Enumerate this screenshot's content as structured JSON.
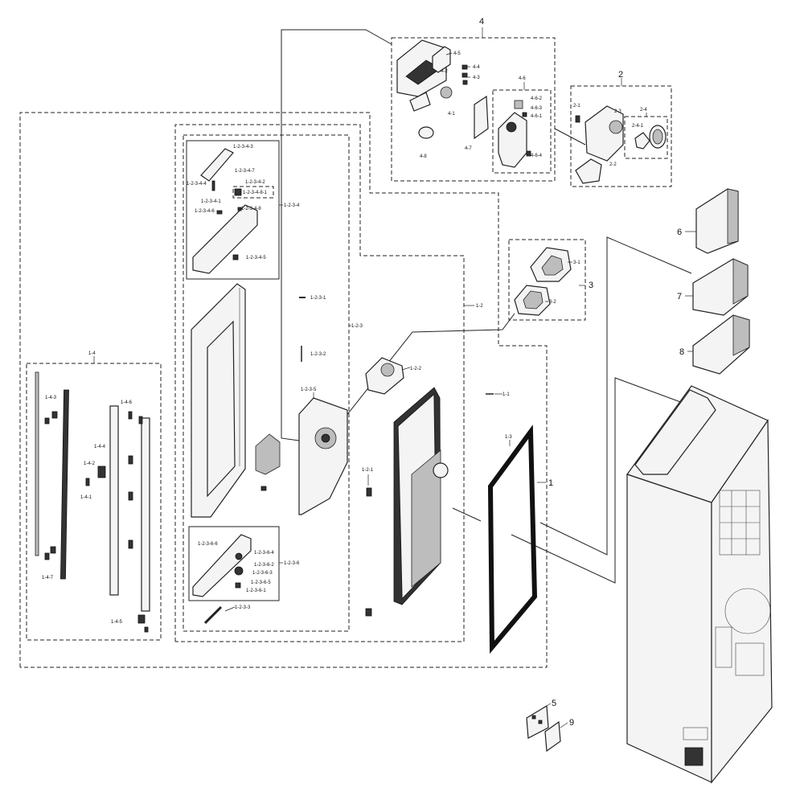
{
  "labels": {
    "l_1": "1",
    "l_1_1": "1-1",
    "l_1_2": "1-2",
    "l_1_3": "1-3",
    "l_1_4": "1-4",
    "l_1_4_1": "1-4-1",
    "l_1_4_2": "1-4-2",
    "l_1_4_3": "1-4-3",
    "l_1_4_4": "1-4-4",
    "l_1_4_5": "1-4-5",
    "l_1_4_6": "1-4-6",
    "l_1_4_7": "1-4-7",
    "l_1_2_1": "1-2-1",
    "l_1_2_2": "1-2-2",
    "l_1_2_3": "1-2-3",
    "l_1_2_3_1": "1-2-3-1",
    "l_1_2_3_2": "1-2-3-2",
    "l_1_2_3_3": "1-2-3-3",
    "l_1_2_3_4": "1-2-3-4",
    "l_1_2_3_5": "1-2-3-5",
    "l_1_2_3_6": "1-2-3-6",
    "l_1_2_3_4_1": "1-2-3-4-1",
    "l_1_2_3_4_2": "1-2-3-4-2",
    "l_1_2_3_4_3": "1-2-3-4-3",
    "l_1_2_3_4_4": "1-2-3-4-4",
    "l_1_2_3_4_5": "1-2-3-4-5",
    "l_1_2_3_4_6": "1-2-3-4-6",
    "l_1_2_3_4_7": "1-2-3-4-7",
    "l_1_2_3_4_8": "1-2-3-4-8",
    "l_1_2_3_4_8_1": "1-2-3-4-8-1",
    "l_1_2_3_6_1": "1-2-3-6-1",
    "l_1_2_3_6_2": "1-2-3-6-2",
    "l_1_2_3_6_3": "1-2-3-6-3",
    "l_1_2_3_6_4": "1-2-3-6-4",
    "l_1_2_3_6_5": "1-2-3-6-5",
    "l_1_2_3_6_6": "1-2-3-6-6",
    "l_2": "2",
    "l_2_1": "2-1",
    "l_2_2": "2-2",
    "l_2_3": "2-3",
    "l_2_4": "2-4",
    "l_2_4_1": "2-4-1",
    "l_3": "3",
    "l_3_1": "3-1",
    "l_3_2": "3-2",
    "l_4": "4",
    "l_4_1": "4-1",
    "l_4_2": "4-2",
    "l_4_3": "4-3",
    "l_4_4": "4-4",
    "l_4_5": "4-5",
    "l_4_6": "4-6",
    "l_4_6_1": "4-6-1",
    "l_4_6_2": "4-6-2",
    "l_4_6_3": "4-6-3",
    "l_4_6_4": "4-6-4",
    "l_4_7": "4-7",
    "l_4_8": "4-8",
    "l_5": "5",
    "l_6": "6",
    "l_7": "7",
    "l_8": "8",
    "l_9": "9"
  }
}
